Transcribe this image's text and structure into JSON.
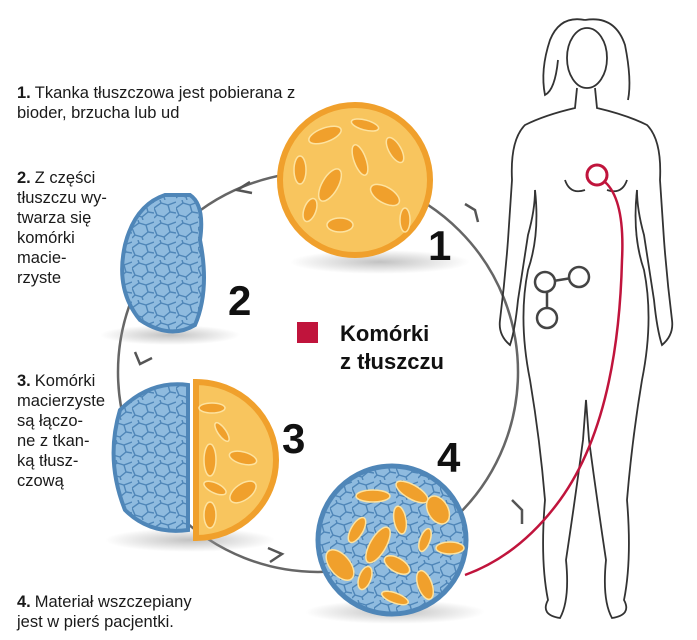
{
  "steps": [
    {
      "number": "1.",
      "text": "Tkanka tłuszczowa jest pobierana z bioder, brzucha lub ud"
    },
    {
      "number": "2.",
      "lines": [
        "Z części",
        "tłuszczu wy-",
        "twarza się",
        "komórki",
        "macie-",
        "rzyste"
      ]
    },
    {
      "number": "3.",
      "lines": [
        "Komórki",
        "macierzyste",
        "są łączo-",
        "ne z tkan-",
        "ką tłusz-",
        "czową"
      ]
    },
    {
      "number": "4.",
      "lines": [
        "Materiał wszczepiany",
        "jest w pierś pacjentki."
      ]
    }
  ],
  "diagram_numbers": [
    "1",
    "2",
    "3",
    "4"
  ],
  "legend": {
    "line1": "Komórki",
    "line2": "z tłuszczu",
    "color": "#c0143c"
  },
  "colors": {
    "fat": "#f8c55e",
    "fat_border": "#f0a02c",
    "stem": "#8fbbdf",
    "stem_border": "#4f86b8",
    "cycle": "#666666"
  }
}
